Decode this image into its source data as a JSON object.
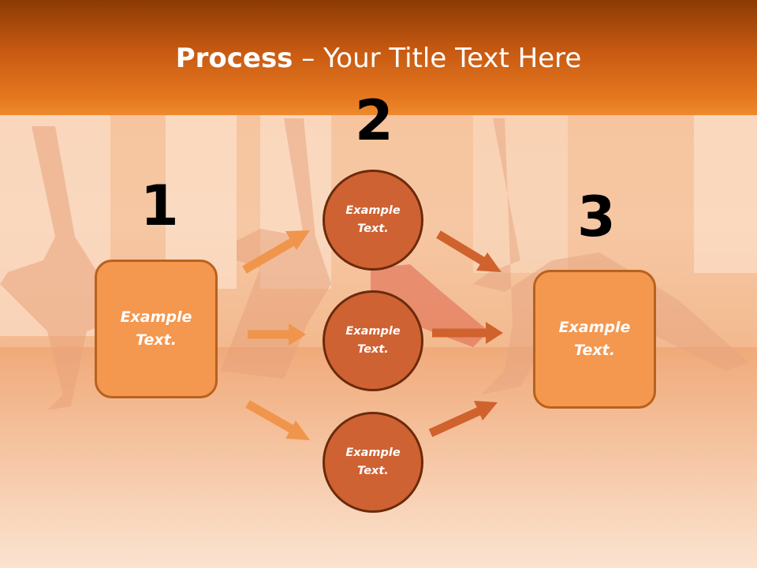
{
  "title": {
    "bold": "Process",
    "rest": " – Your Title Text Here"
  },
  "steps": {
    "one": {
      "number": "1",
      "label_line1": "Example",
      "label_line2": "Text."
    },
    "two": {
      "number": "2"
    },
    "three": {
      "number": "3",
      "label_line1": "Example",
      "label_line2": "Text."
    }
  },
  "circles": [
    {
      "line1": "Example",
      "line2": "Text."
    },
    {
      "line1": "Example",
      "line2": "Text."
    },
    {
      "line1": "Example",
      "line2": "Text."
    }
  ],
  "colors": {
    "header": "#e5781f",
    "box_fill": "#f4974f",
    "circle_fill": "#cf6232",
    "arrow_light": "#f0954c",
    "arrow_dark": "#d0622e"
  }
}
